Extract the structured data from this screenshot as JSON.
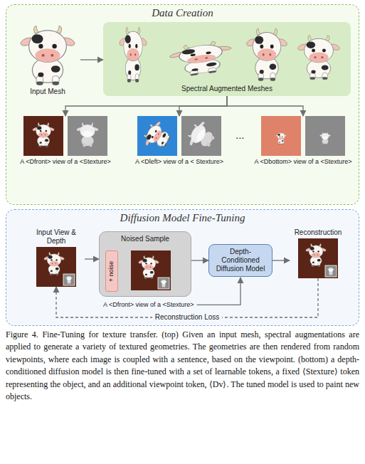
{
  "diagram": {
    "caption": "Figure 4. Fine-Tuning for texture transfer. (top) Given an input mesh, spectral augmentations are applied to generate a variety of textured geometries. The geometries are then rendered from random viewpoints, where each image is coupled with a sentence, based on the viewpoint. (bottom) a depth-conditioned diffusion model is then fine-tuned with a set of learnable tokens, a fixed ⟨Stexture⟩ token representing the object, and an additional viewpoint token, ⟨Dv⟩. The tuned model is used to paint new objects.",
    "nodes": [
      {
        "text": [
          "Data Creation"
        ]
      },
      {
        "text": [
          "Input Mesh"
        ],
        "in": 0
      },
      {
        "text": [
          "Spectral Augmented Meshes"
        ],
        "in": 0
      },
      {
        "text": [
          "A <Dfront> view of a <Stexture>"
        ],
        "in": 0
      },
      {
        "text": [
          "A <Dleft> view of a < Stexture>"
        ],
        "in": 0
      },
      {
        "text": [
          "A <Dbottom> view of a <Stexture>"
        ],
        "in": 0
      },
      {
        "text": [
          "Diffusion Model Fine-Tuning"
        ]
      },
      {
        "text": [
          "Input View & Depth"
        ],
        "in": 6
      },
      {
        "text": [
          "Noised Sample"
        ],
        "in": 6
      },
      {
        "text": [
          "+ noise"
        ],
        "in": 8
      },
      {
        "text": [
          "Depth-Conditioned Diffusion Model"
        ],
        "in": 6
      },
      {
        "text": [
          "Reconstruction"
        ],
        "in": 6
      }
    ],
    "edges": [
      {
        "from": 1,
        "to": 2,
        "arrow": "to"
      },
      {
        "from": 2,
        "to": 3,
        "arrow": "to"
      },
      {
        "from": 2,
        "to": 4,
        "arrow": "to"
      },
      {
        "from": 2,
        "to": 5,
        "arrow": "to"
      },
      {
        "from": 7,
        "to": 8,
        "arrow": "to"
      },
      {
        "from": 8,
        "to": 10,
        "arrow": "to"
      },
      {
        "from": 10,
        "to": 11,
        "arrow": "to"
      },
      {
        "from": 11,
        "to": 7,
        "label": "Reconstruction Loss",
        "arrow": "to"
      }
    ],
    "labels": [
      "...",
      "A <Dfront> view of a <Stexture>"
    ]
  }
}
